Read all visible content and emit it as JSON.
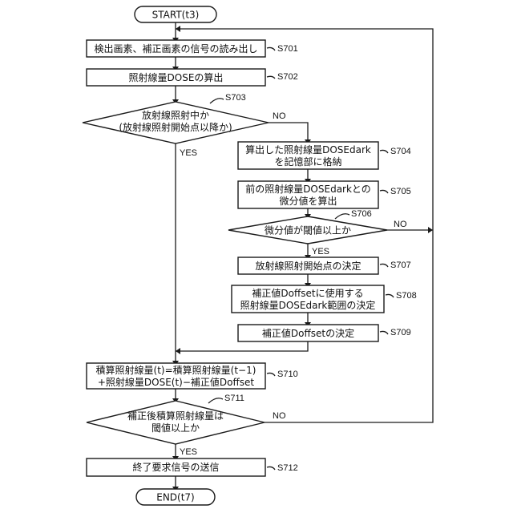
{
  "terminals": {
    "start": "START(t3)",
    "end": "END(t7)"
  },
  "steps": {
    "s701": {
      "label": "S701",
      "text": "検出画素、補正画素の信号の読み出し"
    },
    "s702": {
      "label": "S702",
      "text": "照射線量DOSEの算出"
    },
    "s703": {
      "label": "S703",
      "line1": "放射線照射中か",
      "line2": "(放射線照射開始点以降か)"
    },
    "s704": {
      "label": "S704",
      "line1": "算出した照射線量DOSEdark",
      "line2": "を記憶部に格納"
    },
    "s705": {
      "label": "S705",
      "line1": "前の照射線量DOSEdarkとの",
      "line2": "微分値を算出"
    },
    "s706": {
      "label": "S706",
      "text": "微分値が閾値以上か"
    },
    "s707": {
      "label": "S707",
      "text": "放射線照射開始点の決定"
    },
    "s708": {
      "label": "S708",
      "line1": "補正値Doffsetに使用する",
      "line2": "照射線量DOSEdark範囲の決定"
    },
    "s709": {
      "label": "S709",
      "text": "補正値Doffsetの決定"
    },
    "s710": {
      "label": "S710",
      "line1": "積算照射線量(t)=積算照射線量(t−1)",
      "line2": "+照射線量DOSE(t)−補正値Doffset"
    },
    "s711": {
      "label": "S711",
      "line1": "補正後積算照射線量は",
      "line2": "閾値以上か"
    },
    "s712": {
      "label": "S712",
      "text": "終了要求信号の送信"
    }
  },
  "branches": {
    "s703_yes": "YES",
    "s703_no": "NO",
    "s706_yes": "YES",
    "s706_no": "NO",
    "s711_yes": "YES",
    "s711_no": "NO"
  }
}
